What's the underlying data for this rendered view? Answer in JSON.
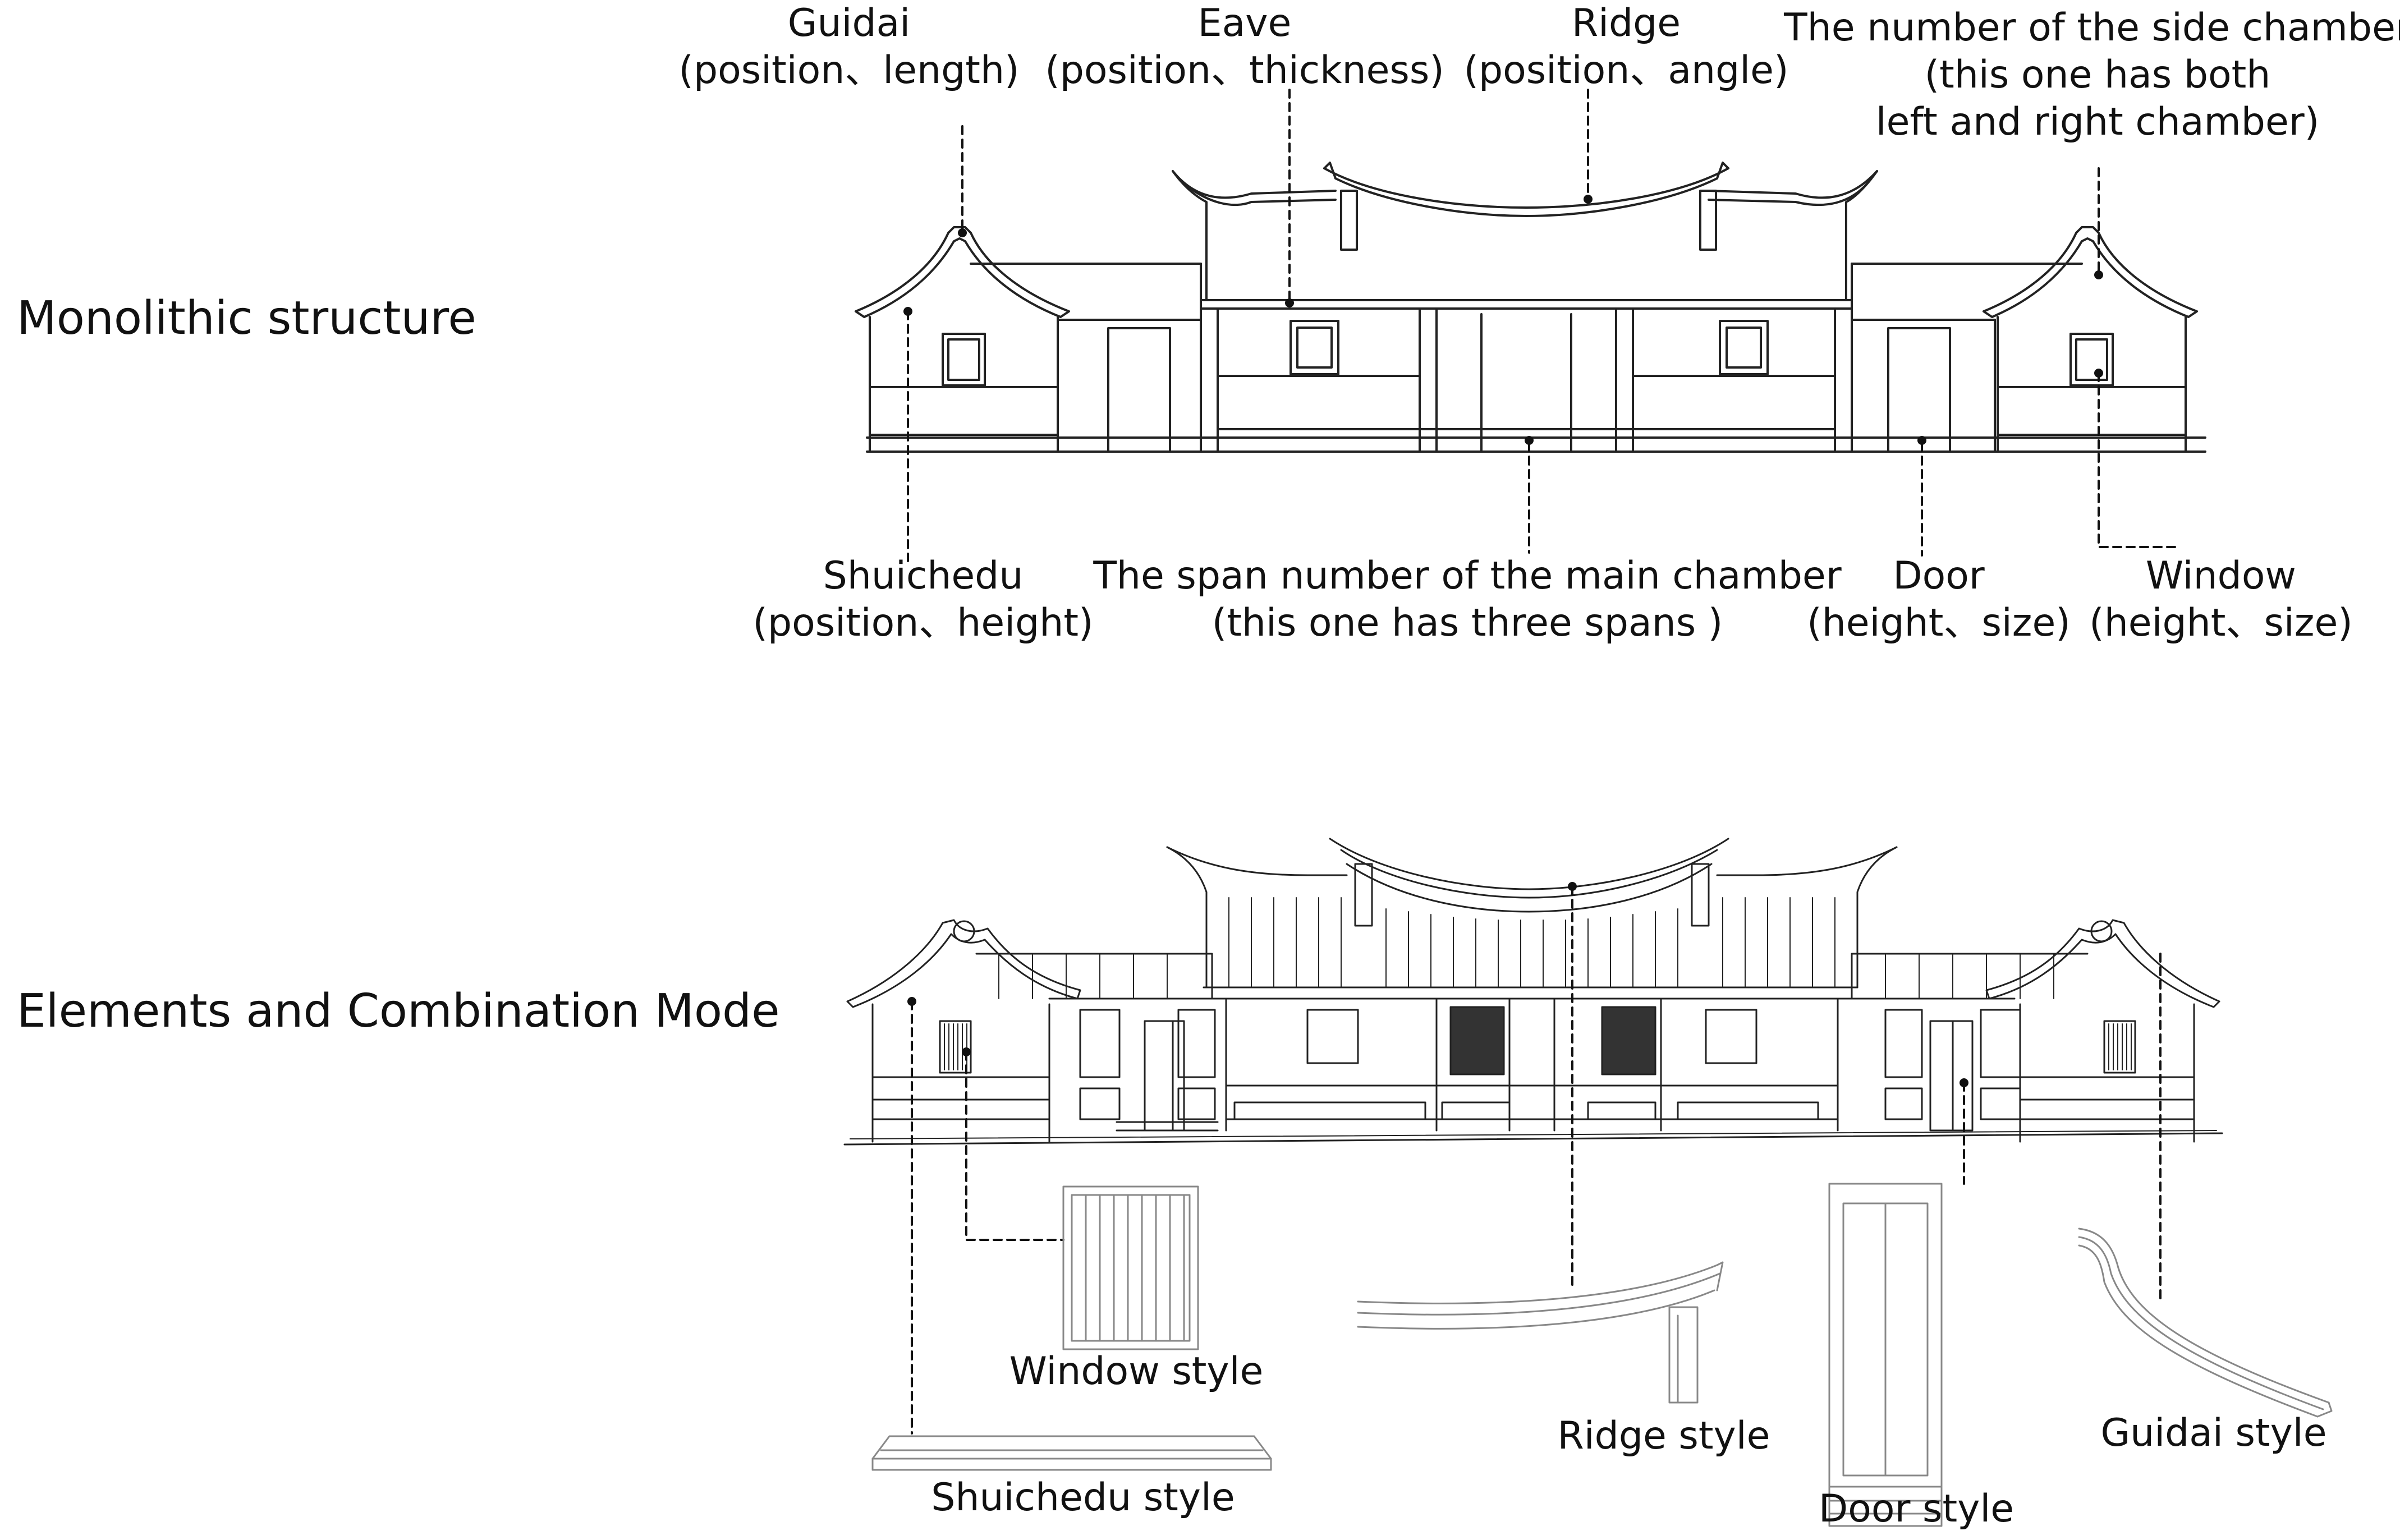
{
  "rows": {
    "top": "Monolithic structure",
    "bottom": "Elements and Combination Mode"
  },
  "top_labels": {
    "guidai": [
      "Guidai",
      "(position、length)"
    ],
    "eave": [
      "Eave",
      "(position、thickness)"
    ],
    "ridge": [
      "Ridge",
      "(position、angle)"
    ],
    "side_chamber": [
      "The number of the side chamber",
      "(this one has both",
      "left and right chamber)"
    ],
    "shuichedu": [
      "Shuichedu",
      "(position、height)"
    ],
    "span": [
      "The span number of the main chamber",
      "(this one has three spans )"
    ],
    "door": [
      "Door",
      "(height、size)"
    ],
    "window": [
      "Window",
      "(height、size)"
    ]
  },
  "style_labels": {
    "window": "Window style",
    "shuichedu": "Shuichedu style",
    "ridge": "Ridge style",
    "door": "Door style",
    "guidai": "Guidai style"
  }
}
